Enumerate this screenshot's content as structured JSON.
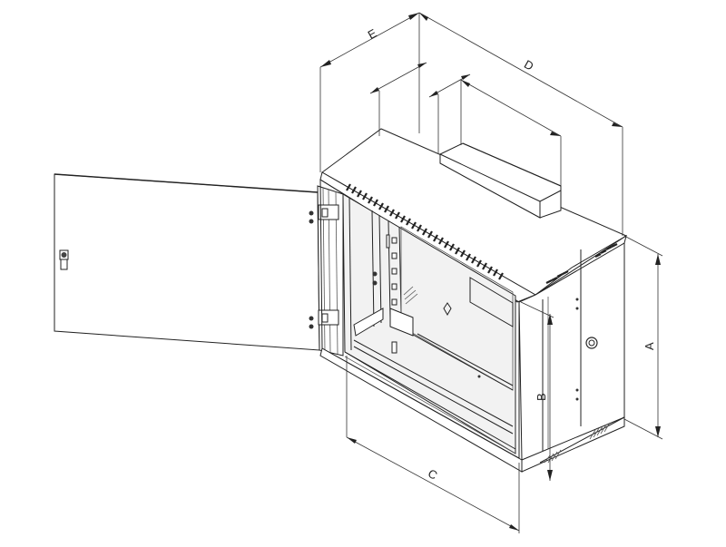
{
  "diagram": {
    "subject": "Wall-mount rack cabinet with open front door (isometric technical drawing)",
    "dimension_labels": {
      "A": "A",
      "B": "B",
      "C": "C",
      "D": "D",
      "E": "E"
    },
    "parts": [
      "front-door",
      "door-lock",
      "door-hinges",
      "cabinet-body",
      "top-cover-vents",
      "top-cable-entry",
      "side-panel",
      "side-lock",
      "mounting-rails",
      "bottom-plinth-vents"
    ],
    "colors": {
      "line": "#222222",
      "background": "#ffffff"
    }
  }
}
